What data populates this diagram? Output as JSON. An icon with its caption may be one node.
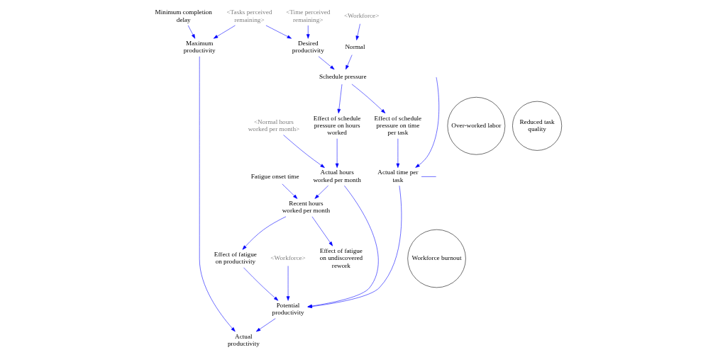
{
  "diagram": {
    "nodes": [
      {
        "text": [
          "<Tasks perceived remaining>"
        ]
      },
      {
        "text": [
          "<Time perceived remaining>"
        ]
      },
      {
        "text": [
          "Maximum productivity"
        ]
      },
      {
        "text": [
          "Actual productivity"
        ]
      },
      {
        "text": [
          "<Workforce>"
        ]
      },
      {
        "text": [
          "Desired productivity"
        ]
      },
      {
        "text": [
          "Minimum completion delay"
        ]
      },
      {
        "text": [
          "Potential productivity"
        ]
      },
      {
        "text": [
          "Effect of fatigue on productivity"
        ]
      },
      {
        "text": [
          "Over-worked labor"
        ]
      },
      {
        "text": [
          "Actual hours worked per month"
        ]
      },
      {
        "text": [
          "Workforce burnout"
        ]
      },
      {
        "text": [
          "Effect of fatigue on undiscovered rework"
        ]
      },
      {
        "text": [
          "Schedule pressure"
        ]
      },
      {
        "text": [
          "Effect of schedule pressure on hours worked"
        ]
      },
      {
        "text": [
          "<Normal hours worked per month>"
        ]
      },
      {
        "text": [
          "Recent hours worked per month"
        ]
      },
      {
        "text": [
          "Actual time per task"
        ]
      },
      {
        "text": [
          "Reduced task quality"
        ]
      },
      {
        "text": [
          "Effect of schedule pressure on time per task"
        ]
      },
      {
        "text": [
          "Fatigue onset time"
        ]
      },
      {
        "text": [
          "<Workforce>"
        ]
      },
      {
        "text": [
          "Normal"
        ]
      }
    ],
    "edges": [
      {
        "from": 0,
        "to": 2,
        "arrow": "to"
      },
      {
        "from": 0,
        "to": 5,
        "arrow": "to"
      },
      {
        "from": 1,
        "to": 5,
        "arrow": "to"
      },
      {
        "from": 6,
        "to": 2,
        "arrow": "to"
      },
      {
        "from": 2,
        "to": 3,
        "arrow": "to"
      },
      {
        "from": 7,
        "to": 3,
        "arrow": "to"
      },
      {
        "from": 4,
        "to": 7,
        "arrow": "to"
      },
      {
        "from": 17,
        "to": 7,
        "arrow": "to"
      },
      {
        "from": 8,
        "to": 7,
        "arrow": "to"
      },
      {
        "from": 10,
        "to": 7,
        "arrow": "to"
      },
      {
        "from": 5,
        "to": 13,
        "arrow": "to"
      },
      {
        "from": 13,
        "to": 14,
        "arrow": "to"
      },
      {
        "from": 14,
        "to": 10,
        "arrow": "to"
      },
      {
        "from": 15,
        "to": 10,
        "arrow": "to"
      },
      {
        "from": 10,
        "to": 16,
        "arrow": "to"
      },
      {
        "from": 16,
        "to": 8,
        "arrow": "to"
      },
      {
        "from": 16,
        "to": 12,
        "arrow": "to"
      },
      {
        "from": 20,
        "to": 16,
        "arrow": "to"
      },
      {
        "from": 13,
        "to": 19,
        "arrow": "to"
      },
      {
        "from": 19,
        "to": 17,
        "arrow": "to"
      },
      {
        "from": 22,
        "to": 13,
        "arrow": "to"
      },
      {
        "from": 21,
        "to": 22,
        "arrow": "to"
      },
      {
        "from": null,
        "to": 17,
        "arrow": "to"
      },
      {
        "from": 17,
        "to": null,
        "arrow": "none"
      }
    ]
  }
}
